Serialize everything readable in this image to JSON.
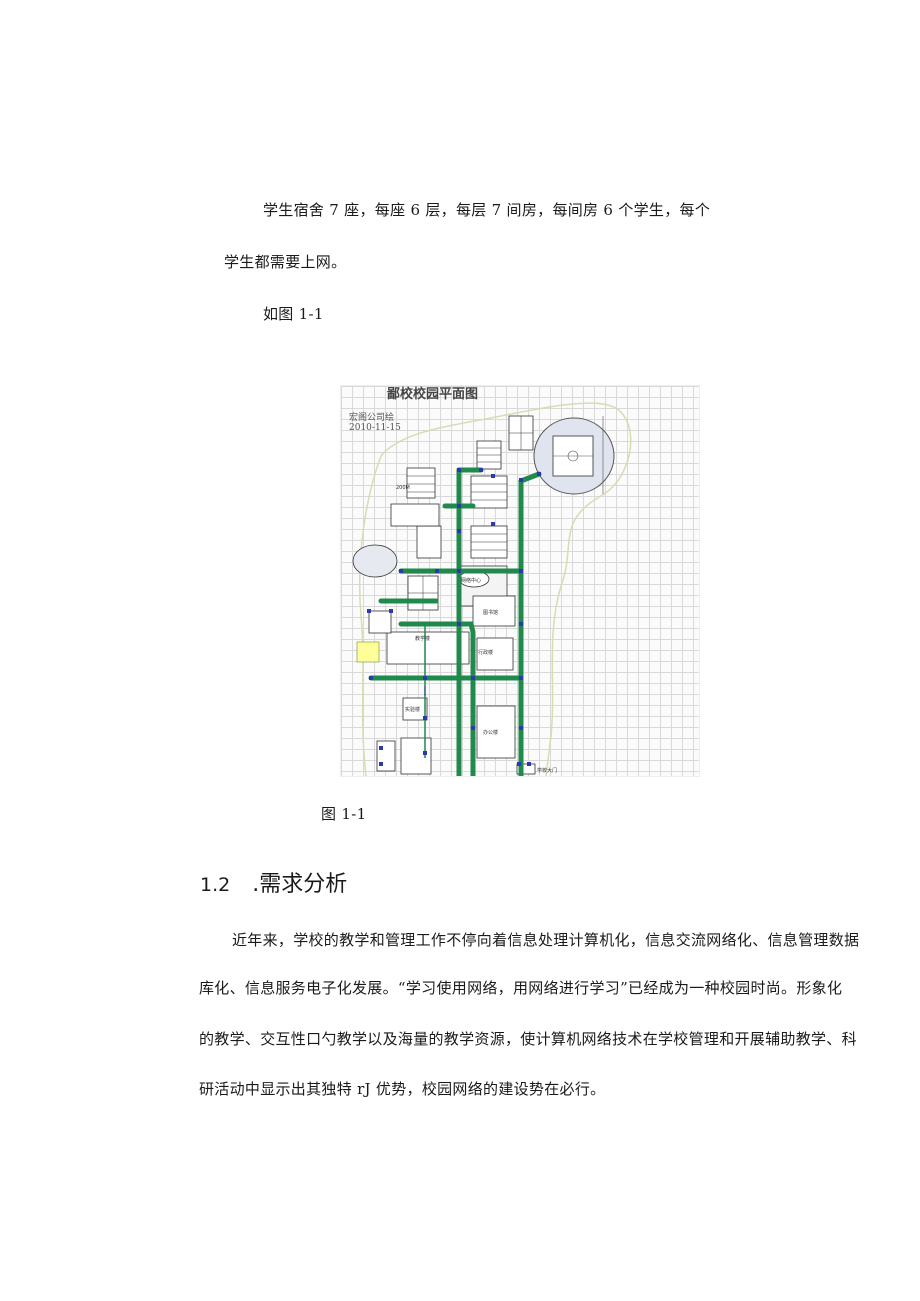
{
  "intro": {
    "line1": "学生宿舍 7 座，每座 6 层，每层 7 间房，每间房 6 个学生，每个",
    "line2": "学生都需要上网。",
    "fig_ref": "如图 1-1"
  },
  "figure": {
    "title": "鄙校校园平面图",
    "author": "宏阁公司绘",
    "date": "2010-11-15",
    "caption": "图 1-1",
    "labels": {
      "library": "图书馆",
      "teaching_building": "教学楼",
      "network_center": "网络中心",
      "admin_building": "行政楼",
      "experiment_building": "实验楼",
      "office_building": "办公楼",
      "gate": "学校大门",
      "distance": "200M"
    }
  },
  "section": {
    "number": "1.2",
    "title": ".需求分析",
    "paragraph": [
      "近年来，学校的教学和管理工作不停向着信息处理计算机化，信息交流网络化、信息管理数据",
      "库化、信息服务电子化发展。“学习使用网络，用网络进行学习”已经成为一种校园时尚。形象化",
      "的教学、交互性口勺教学以及海量的教学资源，使计算机网络技术在学校管理和开展辅助教学、科",
      "研活动中显示出其独特 rJ 优势，校园网络的建设势在必行。"
    ]
  },
  "colors": {
    "network_line": "#1f8a4c",
    "node": "#2b3aa8",
    "boundary": "#d8dcb0",
    "grid": "#d9d9d9"
  }
}
